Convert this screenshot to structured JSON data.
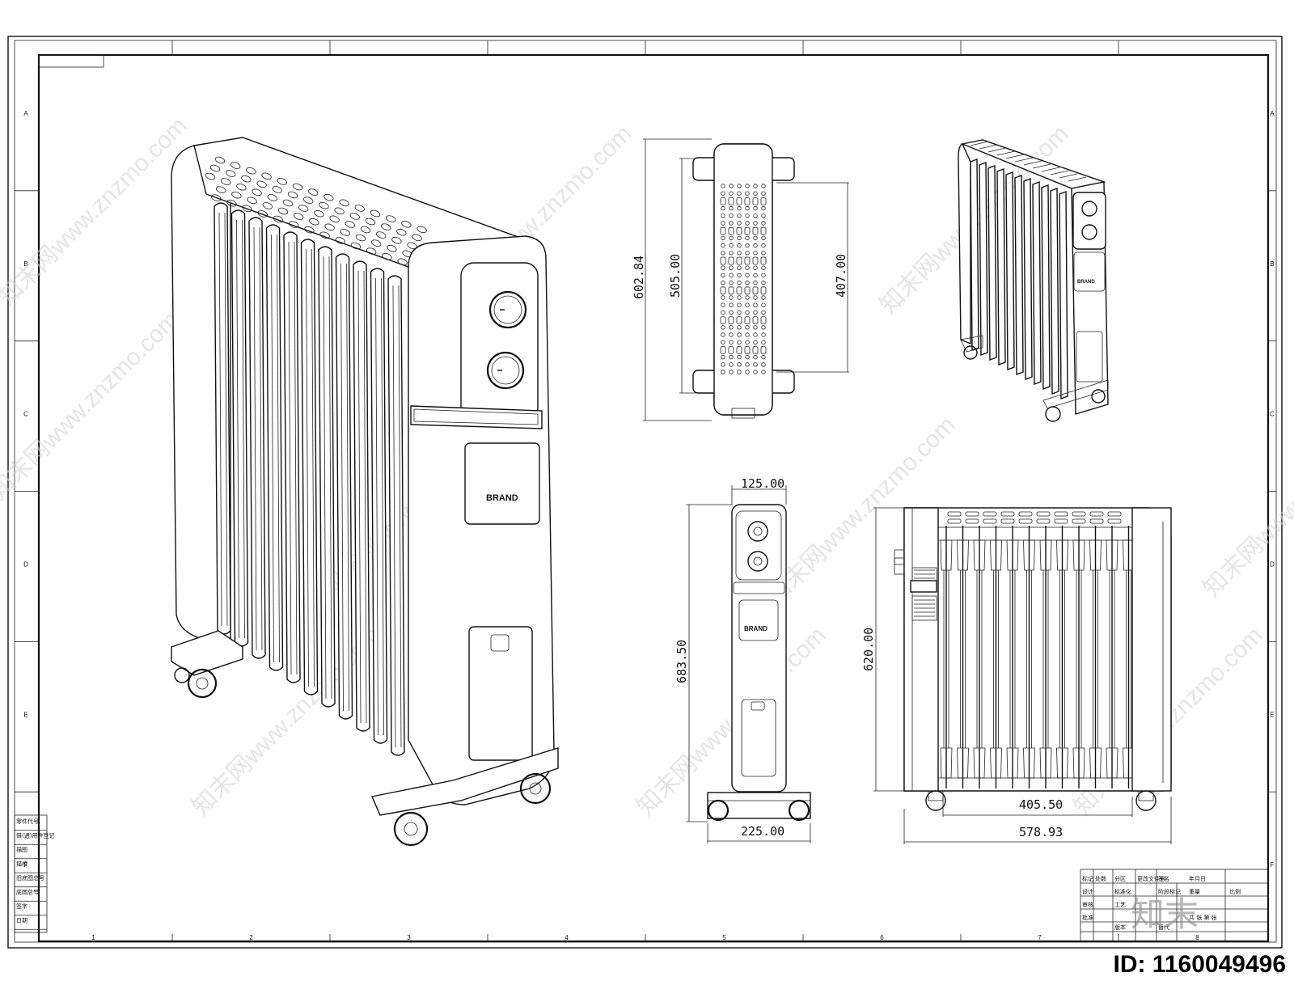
{
  "dimensions": {
    "top_overall": "602.84",
    "top_inner": "505.00",
    "top_right": "407.00",
    "side_width": "125.00",
    "side_height": "683.50",
    "side_base": "225.00",
    "front_height": "620.00",
    "front_inner": "405.50",
    "front_width": "578.93"
  },
  "brand_label": "BRAND",
  "watermark": "知末网www.znzmo.com",
  "zone_columns": [
    "1",
    "2",
    "3",
    "4",
    "5",
    "6",
    "7",
    "8"
  ],
  "zone_rows": [
    "A",
    "B",
    "C",
    "D",
    "E",
    "F"
  ],
  "left_table": [
    "零件代号",
    "借(通)用件登记",
    "描图",
    "描校",
    "旧底图总号",
    "底图总号",
    "签字",
    "日期"
  ],
  "title_block": [
    "标记",
    "处数",
    "分区",
    "更改文件号",
    "签名",
    "年月日",
    "设计",
    "标准化",
    "阶段标记",
    "重量",
    "比例",
    "审核",
    "工艺",
    "批准",
    "共 张 第 张",
    "版本",
    "替代"
  ],
  "logo_text": "知末",
  "id_label": "ID: 1160049496"
}
